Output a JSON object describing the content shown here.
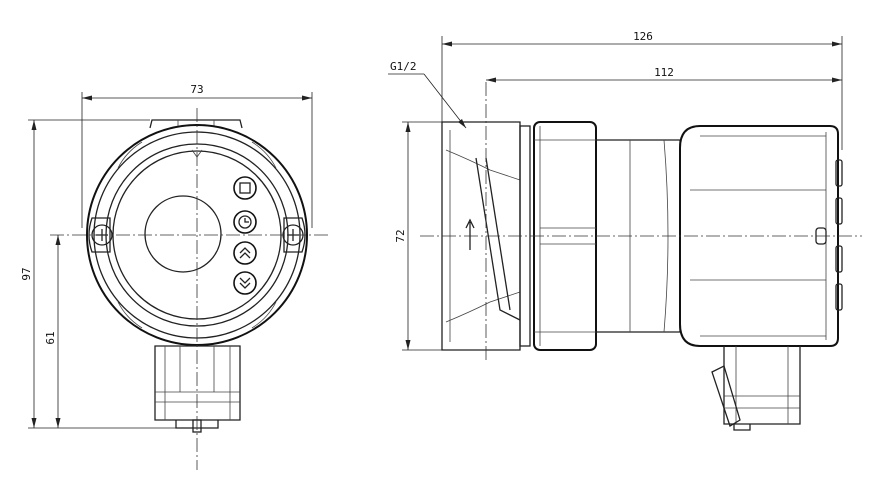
{
  "dimensions": {
    "front_width": "73",
    "front_height_total": "97",
    "front_height_lower": "61",
    "side_length_total": "126",
    "side_length_body": "112",
    "side_height": "72",
    "thread_label": "G1/2"
  }
}
